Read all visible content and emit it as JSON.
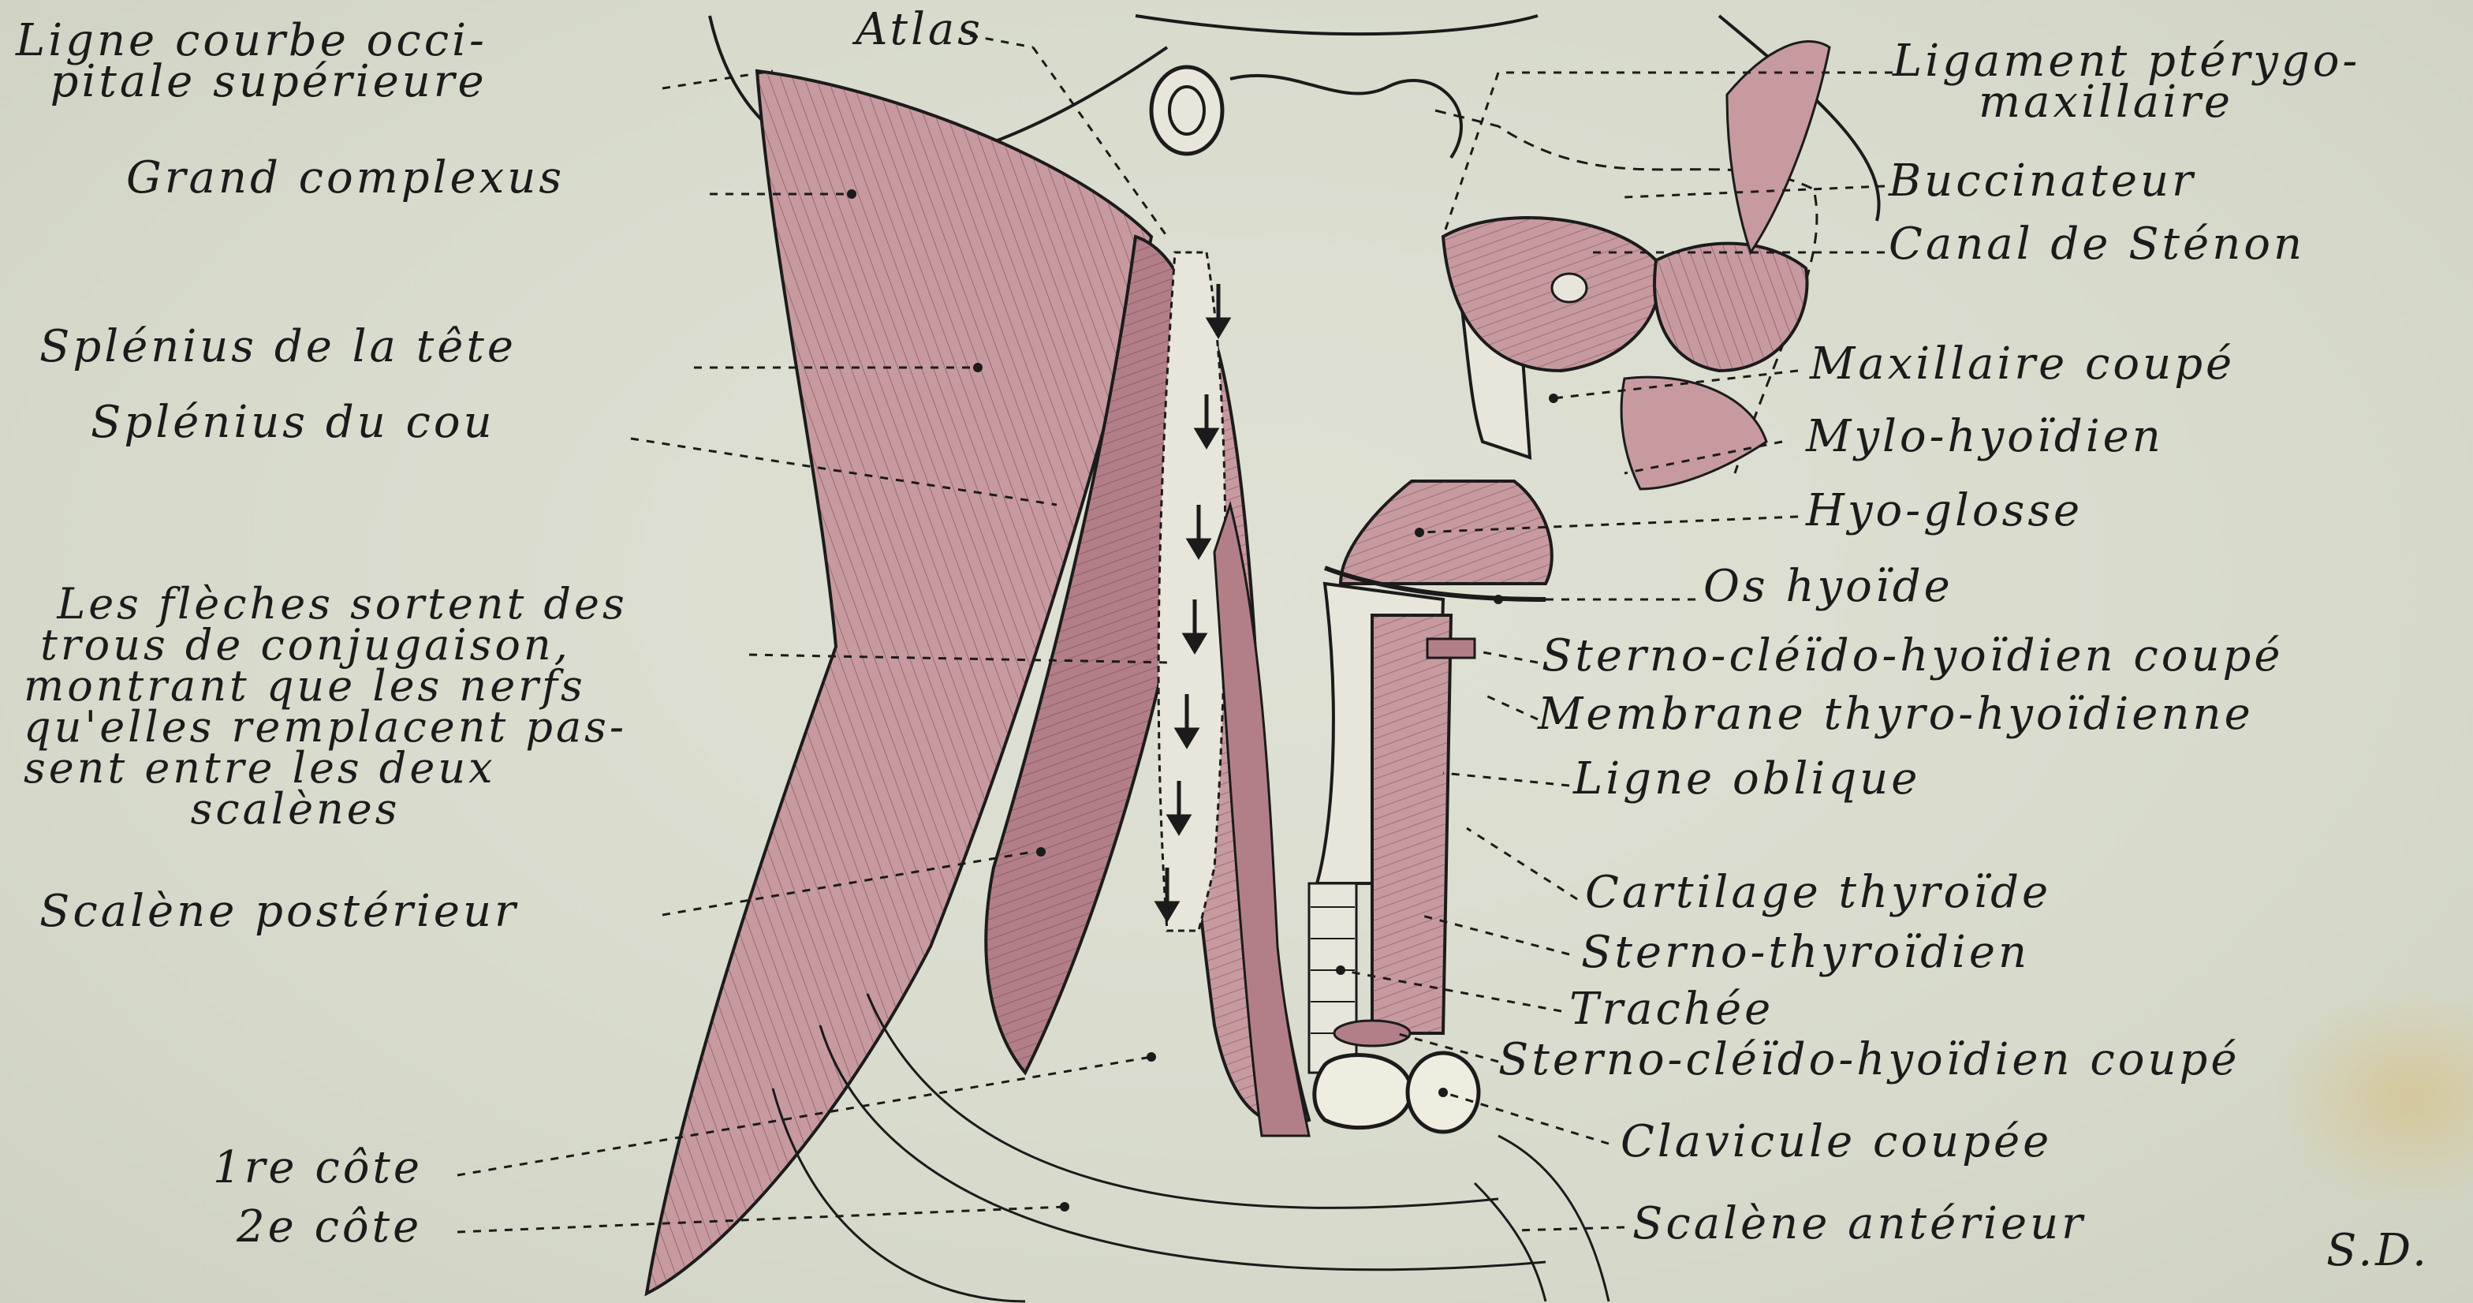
{
  "labels": {
    "ligne_courbe": "Ligne courbe occi-\n  pitale supérieure",
    "atlas": "Atlas",
    "grand_complexus": "Grand complexus",
    "splenius_tete": "Splénius de la tête",
    "splenius_cou": "Splénius du cou",
    "fleches_note": "  Les flèches sortent des\n trous de conjugaison,\nmontrant que les nerfs\nqu'elles remplacent pas-\nsent entre les deux\n          scalènes",
    "scalene_posterieur": "Scalène postérieur",
    "premiere_cote": "1re côte",
    "deuxieme_cote": "2e côte",
    "ligament_pterygo": "Ligament ptérygo-\n     maxillaire",
    "buccinateur": "Buccinateur",
    "canal_stenon": "Canal de Sténon",
    "maxillaire_coupe": "Maxillaire coupé",
    "mylo_hyoidien": "Mylo-hyoïdien",
    "hyo_glosse": "Hyo-glosse",
    "os_hyoide": "Os hyoïde",
    "sterno_cleido_1": "Sterno-cléïdo-hyoïdien coupé",
    "membrane_thyro": "Membrane thyro-hyoïdienne",
    "ligne_oblique": "Ligne oblique",
    "cartilage_thyroide": "Cartilage thyroïde",
    "sterno_thyroidien": "Sterno-thyroïdien",
    "trachee": "Trachée",
    "sterno_cleido_2": "Sterno-cléïdo-hyoïdien coupé",
    "clavicule": "Clavicule coupée",
    "scalene_anterieur": "Scalène antérieur",
    "signature": "S.D."
  },
  "colors": {
    "paper": "#d9dccd",
    "muscle": "#c79aa0",
    "muscle_dark": "#b27f88",
    "ink": "#1b1b1b"
  }
}
